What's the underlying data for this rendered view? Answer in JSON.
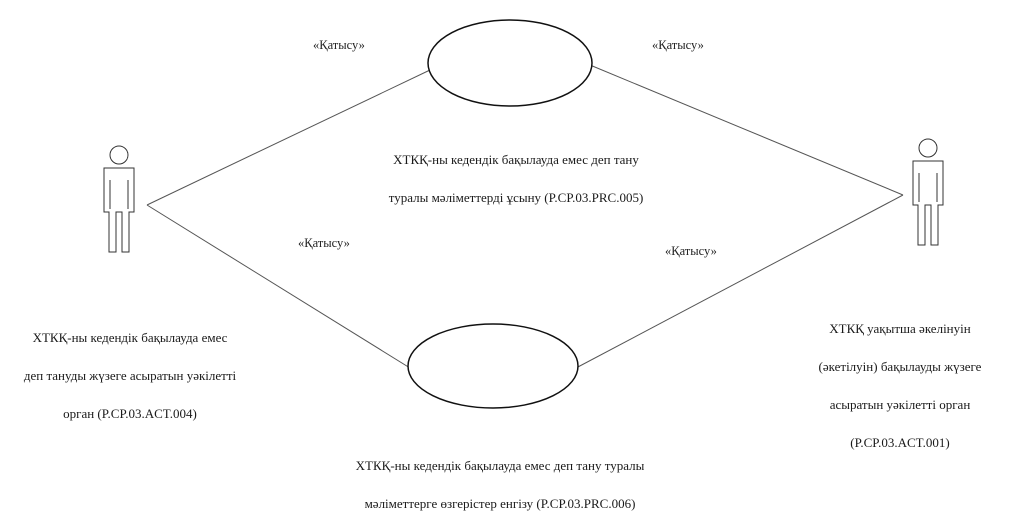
{
  "stereotypes": {
    "top_left": "«Қатысу»",
    "top_right": "«Қатысу»",
    "bottom_left": "«Қатысу»",
    "bottom_right": "«Қатысу»"
  },
  "use_cases": {
    "top": {
      "line1": "ХТКҚ-ны кедендік бақылауда емес деп тану",
      "line2": "туралы мәліметтерді ұсыну (P.CP.03.PRC.005)"
    },
    "bottom": {
      "line1": "ХТКҚ-ны кедендік бақылауда емес деп тану туралы",
      "line2": "мәліметтерге өзгерістер енгізу (P.CP.03.PRC.006)"
    }
  },
  "actors": {
    "left": {
      "line1": "ХТКҚ-ны кедендік бақылауда емес",
      "line2": "деп тануды жүзеге асыратын уәкілетті",
      "line3": "орган (P.CP.03.ACT.004)"
    },
    "right": {
      "line1": "ХТКҚ уақытша әкелінуін",
      "line2": "(әкетілуін) бақылауды жүзеге",
      "line3": "асыратын уәкілетті орган",
      "line4": "(P.CP.03.ACT.001)"
    }
  }
}
